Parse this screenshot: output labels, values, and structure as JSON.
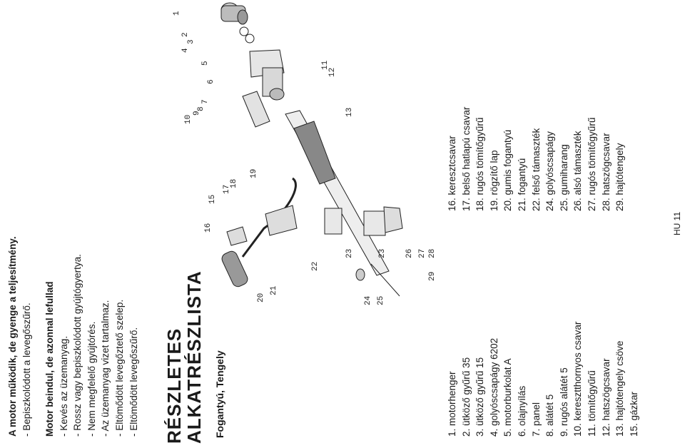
{
  "section1": {
    "title": "A motor működik, de gyenge a teljesítmény.",
    "line1": "- Bepiszkolódott a levegőszűrő."
  },
  "section2": {
    "title": "Motor beindul, de azonnal lefullad",
    "items": [
      "- Kevés az üzemanyag.",
      "- Rossz vagy bepiszkolódott gyújtógyertya.",
      "- Nem megfelelő gyújtórés.",
      "- Az üzemanyag vizet tartalmaz.",
      "- Eltömődött levegőztető szelep.",
      "- Eltömődött levegőszűrő."
    ]
  },
  "heading": {
    "line1": "RÉSZLETES",
    "line2": "ALKATRÉSZLISTA"
  },
  "subheading": "Fogantyú, Tengely",
  "parts_left": [
    "1. motorhenger",
    "2. ütköző gyűrű 35",
    "3. ütköző gyűrű 15",
    "4. golyóscsapágy 6202",
    "5. motorburkolat A",
    "6. olajnyílás",
    "7. panel",
    "8. alátét 5",
    "9. rugós alátét 5",
    "10. keresztthornyos csavar",
    "11. tömítőgyűrű",
    "12. hatszögcsavar",
    "13. hajtótengely csöve",
    "15. gázkar"
  ],
  "parts_right": [
    "16. keresztcsavar",
    "17. belső hatlapú csavar",
    "18. rugós tömítőgyűrű",
    "19. rögzítő lap",
    "20. gumis fogantyú",
    "21. fogantyú",
    "22. felső támaszték",
    "24. golyóscsapágy",
    "25. gumiharang",
    "26. alsó támaszték",
    "27. rugós tömítőgyűrű",
    "28. hatszögcsavar",
    "29. hajtótengely"
  ],
  "diagram_labels": [
    "1",
    "2",
    "3",
    "4",
    "5",
    "6",
    "7",
    "8",
    "9",
    "10",
    "11",
    "12",
    "13",
    "15",
    "16",
    "17",
    "18",
    "19",
    "20",
    "21",
    "22",
    "23",
    "23",
    "24",
    "25",
    "26",
    "27",
    "28",
    "29"
  ],
  "page_number": "HU 11"
}
